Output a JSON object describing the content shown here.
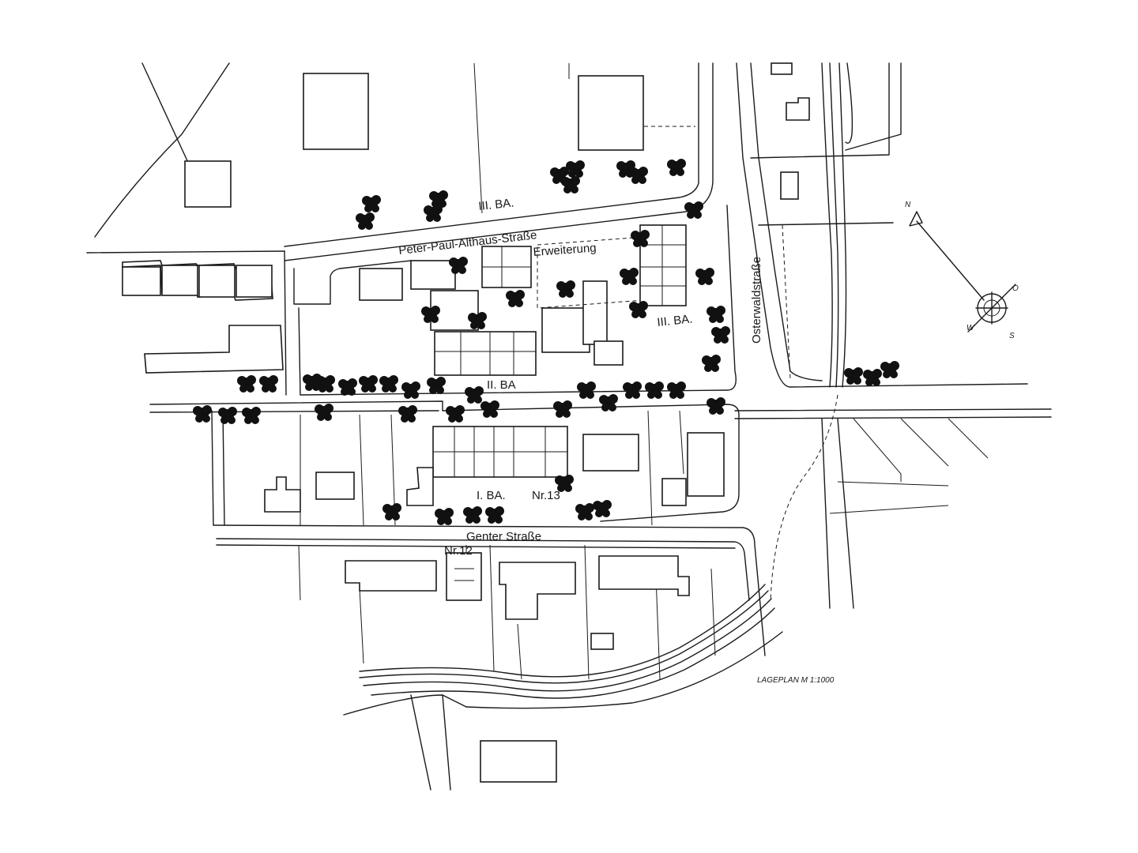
{
  "labels": {
    "phase3_north": "III. BA.",
    "street_north": "Peter-Paul-Althaus-Straße",
    "extension": "Erweiterung",
    "phase3_east": "III. BA.",
    "phase2": "II. BA",
    "phase1": "I. BA.",
    "nr13": "Nr.13",
    "street_south": "Genter Straße",
    "nr12": "Nr.12",
    "street_east": "Osterwaldstraße",
    "scale": "LAGEPLAN M 1:1000"
  },
  "compass": {
    "north": "N",
    "east": "O",
    "south": "S",
    "west": "W"
  }
}
